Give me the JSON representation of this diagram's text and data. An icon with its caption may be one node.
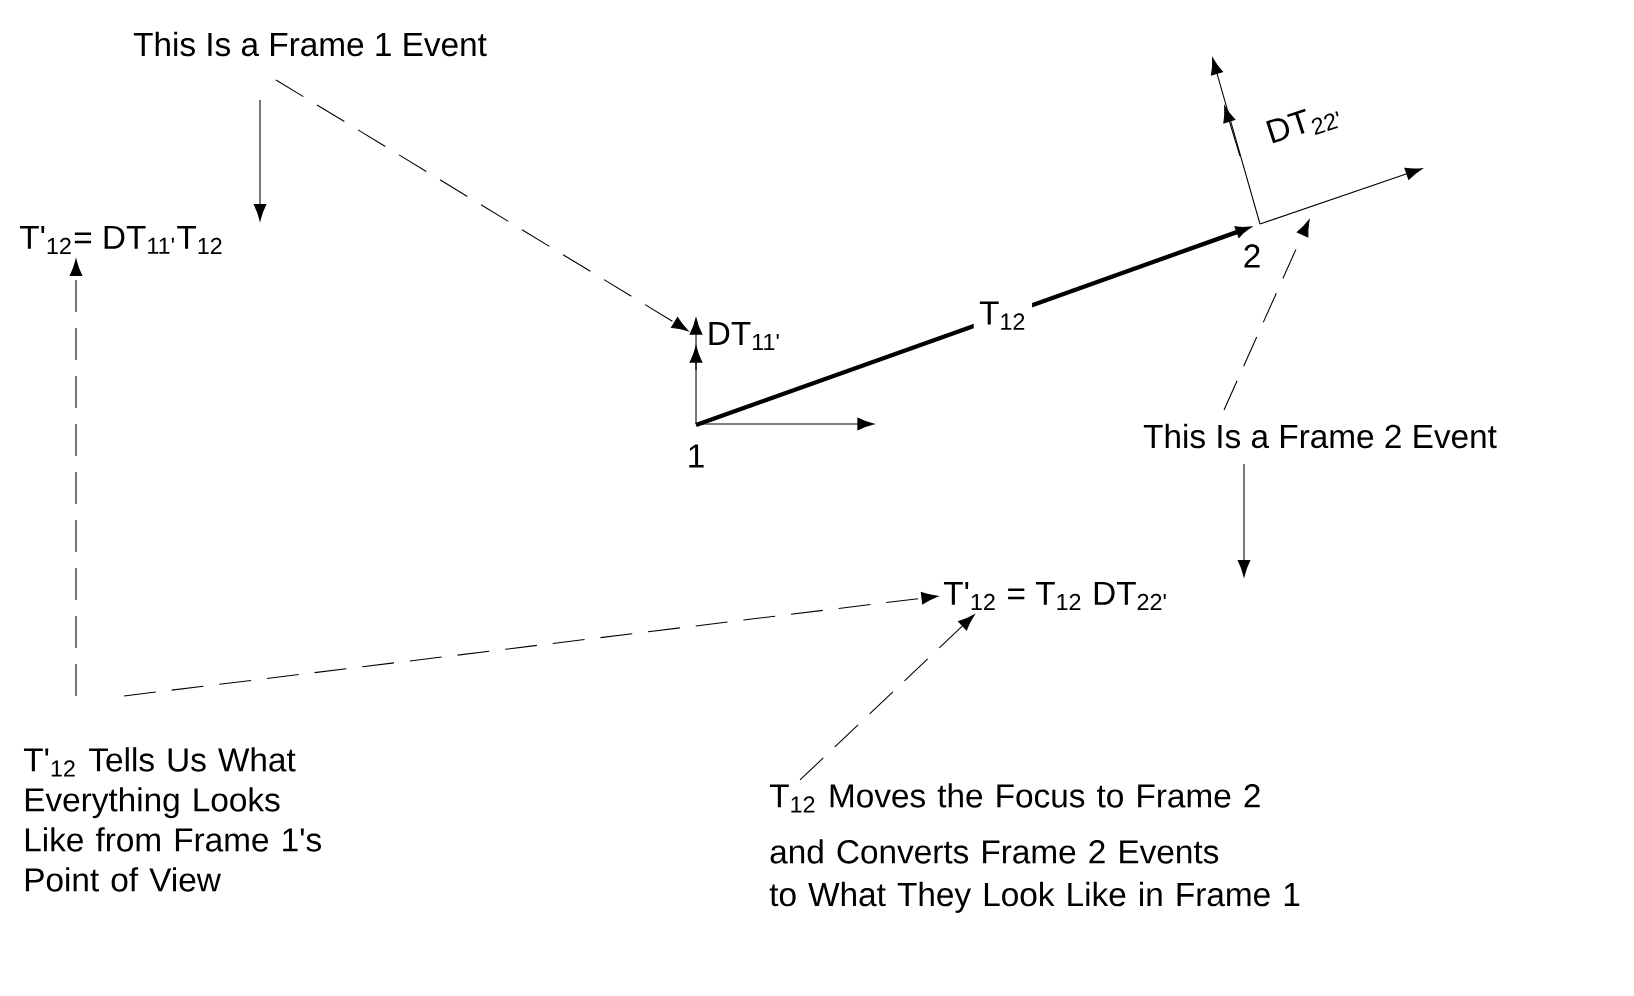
{
  "diagram": {
    "nodes": [
      {
        "text": [
          "This Is a Frame 1 Event"
        ]
      },
      {
        "text": [
          "T'$_{12}$= DT$_{11'}$T$_{12}$"
        ]
      },
      {
        "text": [],
        "shape": "picture"
      },
      {
        "text": [],
        "shape": "picture"
      },
      {
        "text": [
          "T'$_{12}$ = T$_{12}$ DT$_{22'}$"
        ]
      },
      {
        "text": [
          "This Is a Frame 2 Event"
        ]
      },
      {
        "text": [
          "T'$_{12}$ Tells Us What Everything Looks Like from Frame 1's Point of View"
        ]
      },
      {
        "text": [
          "T$_{12}$ Moves the Focus to Frame 2",
          "and Converts Frame 2 Events",
          "to What They Look Like in Frame 1"
        ]
      }
    ],
    "edges": [
      {
        "from": 0,
        "to": 1,
        "arrow": "to"
      },
      {
        "from": 0,
        "to": 2,
        "arrow": "to",
        "style": "dashed"
      },
      {
        "from": 2,
        "to": 3,
        "arrow": "to",
        "style": "thick",
        "label": "T$_{12}$"
      },
      {
        "from": 5,
        "to": 3,
        "arrow": "to",
        "style": "dashed"
      },
      {
        "from": 5,
        "to": 4,
        "arrow": "to"
      },
      {
        "from": 6,
        "to": 1,
        "arrow": "to",
        "style": "dashed"
      },
      {
        "from": 6,
        "to": 4,
        "arrow": "to",
        "style": "dashed"
      },
      {
        "from": 7,
        "to": 4,
        "arrow": "to",
        "style": "dashed"
      }
    ],
    "labels": [
      "DT$_{11'}$",
      "1",
      "DT$_{22'}$",
      "2"
    ]
  }
}
